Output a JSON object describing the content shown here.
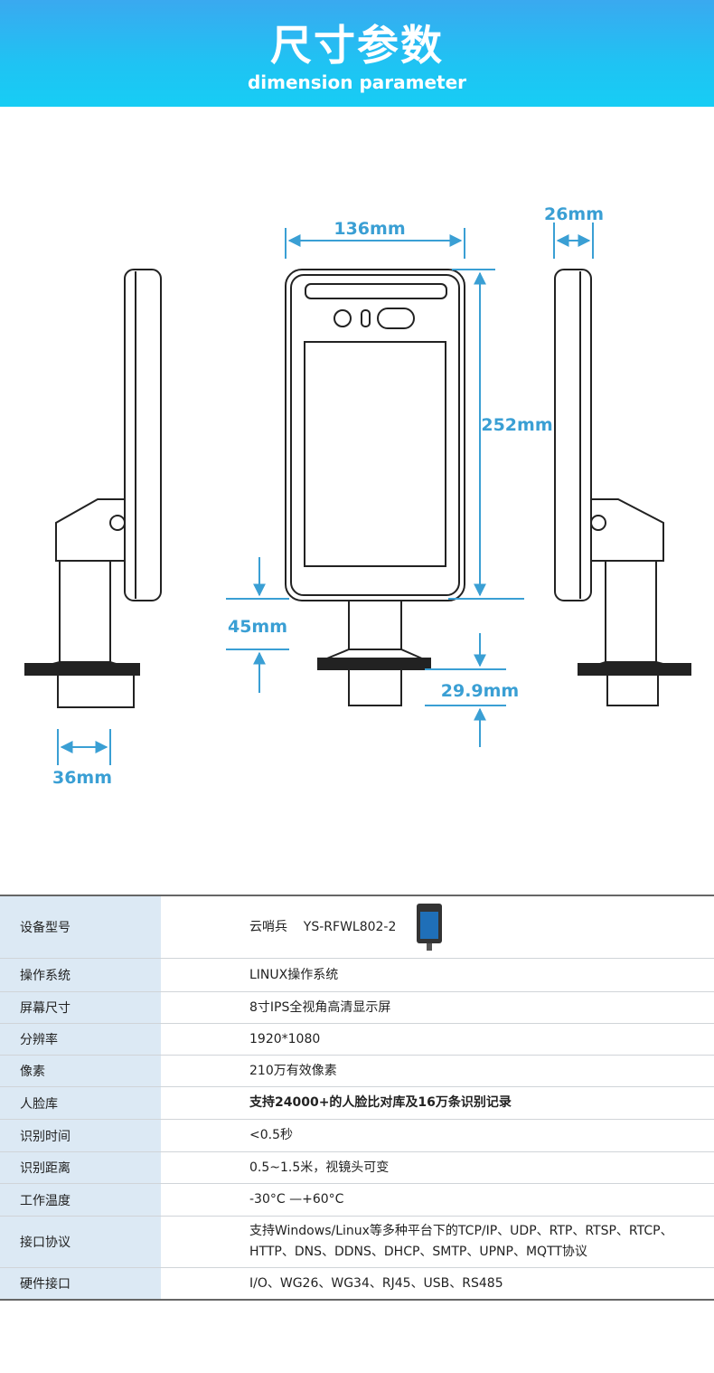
{
  "header": {
    "title": "尺寸参数",
    "subtitle": "dimension parameter"
  },
  "colors": {
    "accent": "#3a9fd4",
    "banner": "#1fc3f3",
    "label_bg": "#dce9f4"
  },
  "dimensions": {
    "width": "136mm",
    "height": "252mm",
    "depth": "26mm",
    "pole_height": "45mm",
    "pole_width": "36mm",
    "base_height": "29.9mm"
  },
  "specs": [
    {
      "key": "设备型号",
      "value": "云哨兵    YS-RFWL802-2"
    },
    {
      "key": "操作系统",
      "value": "LINUX操作系统"
    },
    {
      "key": "屏幕尺寸",
      "value": "8寸IPS全视角高清显示屏"
    },
    {
      "key": "分辨率",
      "value": "1920*1080"
    },
    {
      "key": "像素",
      "value": "210万有效像素"
    },
    {
      "key": "人脸库",
      "value": "支持24000+的人脸比对库及16万条识别记录"
    },
    {
      "key": "识别时间",
      "value": "<0.5秒"
    },
    {
      "key": "识别距离",
      "value": "0.5~1.5米，视镜头可变"
    },
    {
      "key": "工作温度",
      "value": "-30°C —+60°C"
    },
    {
      "key": "接口协议",
      "value": "支持Windows/Linux等多种平台下的TCP/IP、UDP、RTP、RTSP、RTCP、HTTP、DNS、DDNS、DHCP、SMTP、UPNP、MQTT协议"
    },
    {
      "key": "硬件接口",
      "value": "I/O、WG26、WG34、RJ45、USB、RS485"
    }
  ]
}
